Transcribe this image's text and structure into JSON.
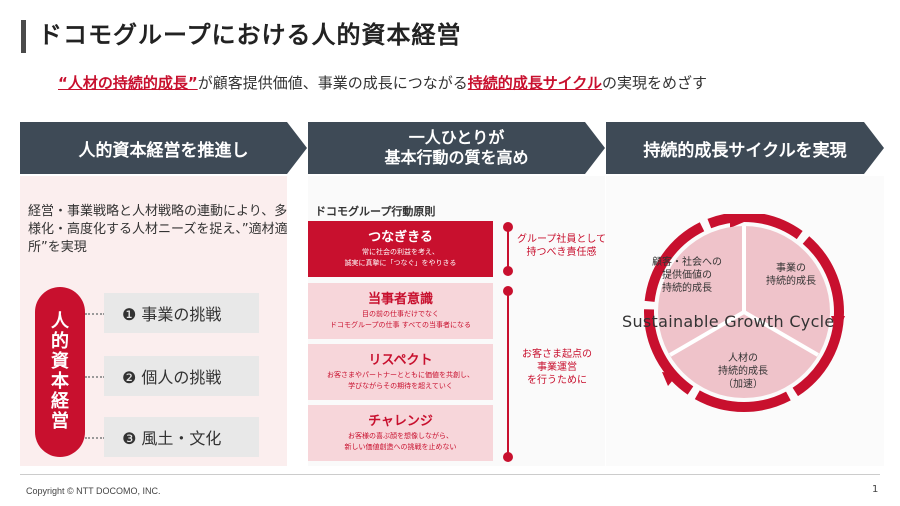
{
  "header": {
    "title": "ドコモグループにおける人的資本経営"
  },
  "subtitle": {
    "emph1": "“人材の持続的成長”",
    "mid": "が顧客提供価値、事業の成長につながる",
    "emph2": "持続的成長サイクル",
    "end": "の実現をめざす"
  },
  "steps": [
    "人的資本経営を推進し",
    "一人ひとりが",
    "基本行動の質を高め",
    "持続的成長サイクルを実現"
  ],
  "left": {
    "description": "経営・事業戦略と人材戦略の連動により、多様化・高度化する人材ニーズを捉え、”適材適所”を実現",
    "pill_chars": [
      "人",
      "的",
      "資",
      "本",
      "経",
      "営"
    ],
    "pillars": [
      "❶ 事業の挑戦",
      "❷ 個人の挑戦",
      "❸ 風土・文化"
    ]
  },
  "middle": {
    "label": "ドコモグループ行動原則",
    "principles": [
      {
        "title": "つなぎきる",
        "lines": [
          "常に社会の利益を考え、",
          "誠実に真摯に「つなぐ」をやりきる"
        ]
      },
      {
        "title": "当事者意識",
        "lines": [
          "目の前の仕事だけでなく",
          "ドコモグループの仕事 すべての当事者になる"
        ]
      },
      {
        "title": "リスペクト",
        "lines": [
          "お客さまやパートナーとともに価値を共創し、",
          "学びながらその期待を超えていく"
        ]
      },
      {
        "title": "チャレンジ",
        "lines": [
          "お客様の喜ぶ顔を想像しながら、",
          "新しい価値創造への挑戦を止めない"
        ]
      }
    ],
    "side_notes": [
      [
        "グループ社員として",
        "持つべき責任感"
      ],
      [
        "お客さま起点の",
        "事業運営",
        "を行うために"
      ]
    ]
  },
  "cycle": {
    "title": "Sustainable Growth Cycle",
    "segments": [
      [
        "顧客・社会への",
        "提供価値の",
        "持続的成長"
      ],
      [
        "事業の",
        "持続的成長"
      ],
      [
        "人材の",
        "持続的成長",
        "（加速）"
      ]
    ]
  },
  "footer": {
    "copyright": "Copyright © NTT DOCOMO, INC.",
    "page": "1"
  },
  "colors": {
    "accent": "#c8102e",
    "arrow": "#3e4a56",
    "pink": "#f7d6da"
  }
}
